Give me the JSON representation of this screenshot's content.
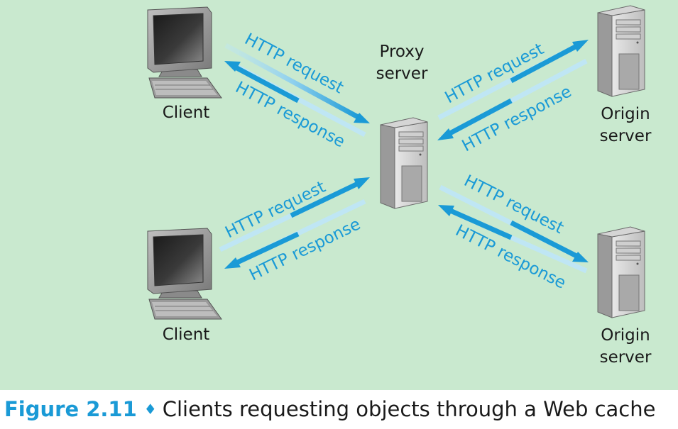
{
  "nodes": {
    "client_top": "Client",
    "client_bottom": "Client",
    "proxy_line1": "Proxy",
    "proxy_line2": "server",
    "origin_top_line1": "Origin",
    "origin_top_line2": "server",
    "origin_bottom_line1": "Origin",
    "origin_bottom_line2": "server"
  },
  "arrows": {
    "request": "HTTP request",
    "response": "HTTP response"
  },
  "caption": {
    "figure": "Figure 2.11",
    "bullet": "♦",
    "text": "Clients requesting objects through a Web cache"
  },
  "colors": {
    "background": "#c9e9cf",
    "arrow": "#1a9ad6",
    "arrow_tail": "#bfe6f4"
  }
}
